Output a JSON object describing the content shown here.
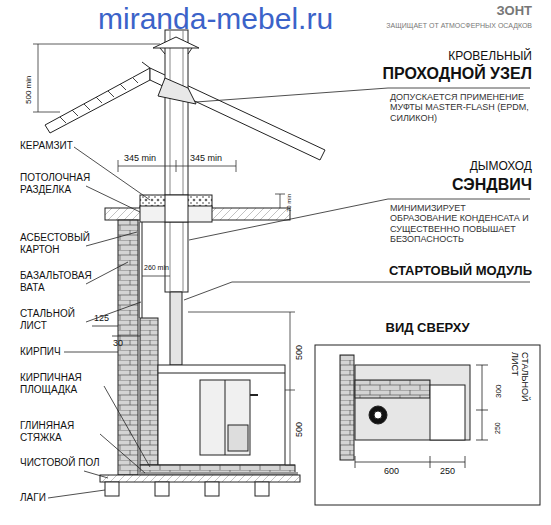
{
  "diagram": {
    "nodes": [
      {
        "text": [
          "ВИД СВЕРХУ"
        ]
      }
    ],
    "labels": [
      "miranda-mebel.ru",
      "ЗОНТ",
      "ЗАЩИЩАЕТ ОТ АТМОСФЕРНЫХ ОСАДКОВ",
      "500 min",
      "КРОВЕЛЬНЫЙ",
      "ПРОХОДНОЙ УЗЕЛ",
      "ДОПУСКАЕТСЯ ПРИМЕНЕНИЕ МУФТЫ MASTER-FLASH (EPDM, СИЛИКОН)",
      "КЕРАМЗИТ",
      "345 min",
      "345 min",
      "ПОТОЛОЧНАЯ РАЗДЕЛКА",
      "70 min",
      "ДЫМОХОД",
      "СЭНДВИЧ",
      "МИНИМИЗИРУЕТ ОБРАЗОВАНИЕ КОНДЕНСАТА И СУЩЕСТВЕННО ПОВЫШАЕТ БЕЗОПАСНОСТЬ",
      "АСБЕСТОВЫЙ КАРТОН",
      "БАЗАЛЬТОВАЯ ВАТА",
      "260 min",
      "СТАРТОВЫЙ МОДУЛЬ",
      "СТАЛЬНОЙ ЛИСТ",
      "125",
      "30",
      "КИРПИЧ",
      "500",
      "500",
      "КИРПИЧНАЯ ПЛОЩАДКА",
      "ГЛИНЯНАЯ СТЯЖКА",
      "ЧИСТОВОЙ ПОЛ",
      "ЛАГИ",
      "СТАЛЬНОЙ ЛИСТ",
      "300",
      "250",
      "600",
      "250"
    ]
  }
}
